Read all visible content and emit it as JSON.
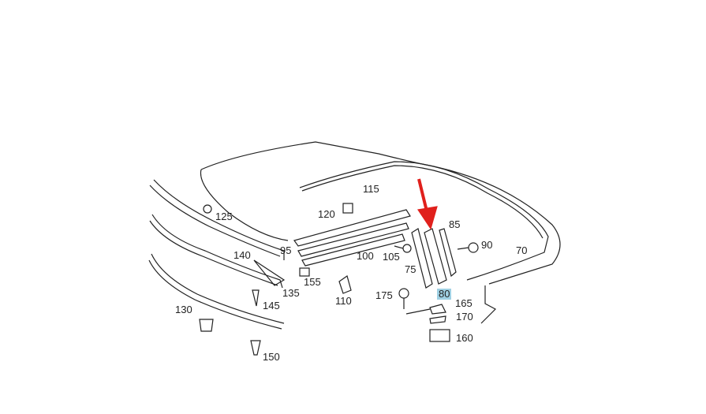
{
  "diagram": {
    "highlight_color": "#9fd0e3",
    "arrow_color": "#e0201c",
    "highlighted_part": "80",
    "labels": {
      "p70": "70",
      "p75": "75",
      "p80": "80",
      "p85": "85",
      "p90": "90",
      "p95": "95",
      "p100": "100",
      "p105": "105",
      "p110": "110",
      "p115": "115",
      "p120": "120",
      "p125": "125",
      "p130": "130",
      "p135": "135",
      "p140": "140",
      "p145": "145",
      "p150": "150",
      "p155": "155",
      "p160": "160",
      "p165": "165",
      "p170": "170",
      "p175": "175"
    }
  }
}
